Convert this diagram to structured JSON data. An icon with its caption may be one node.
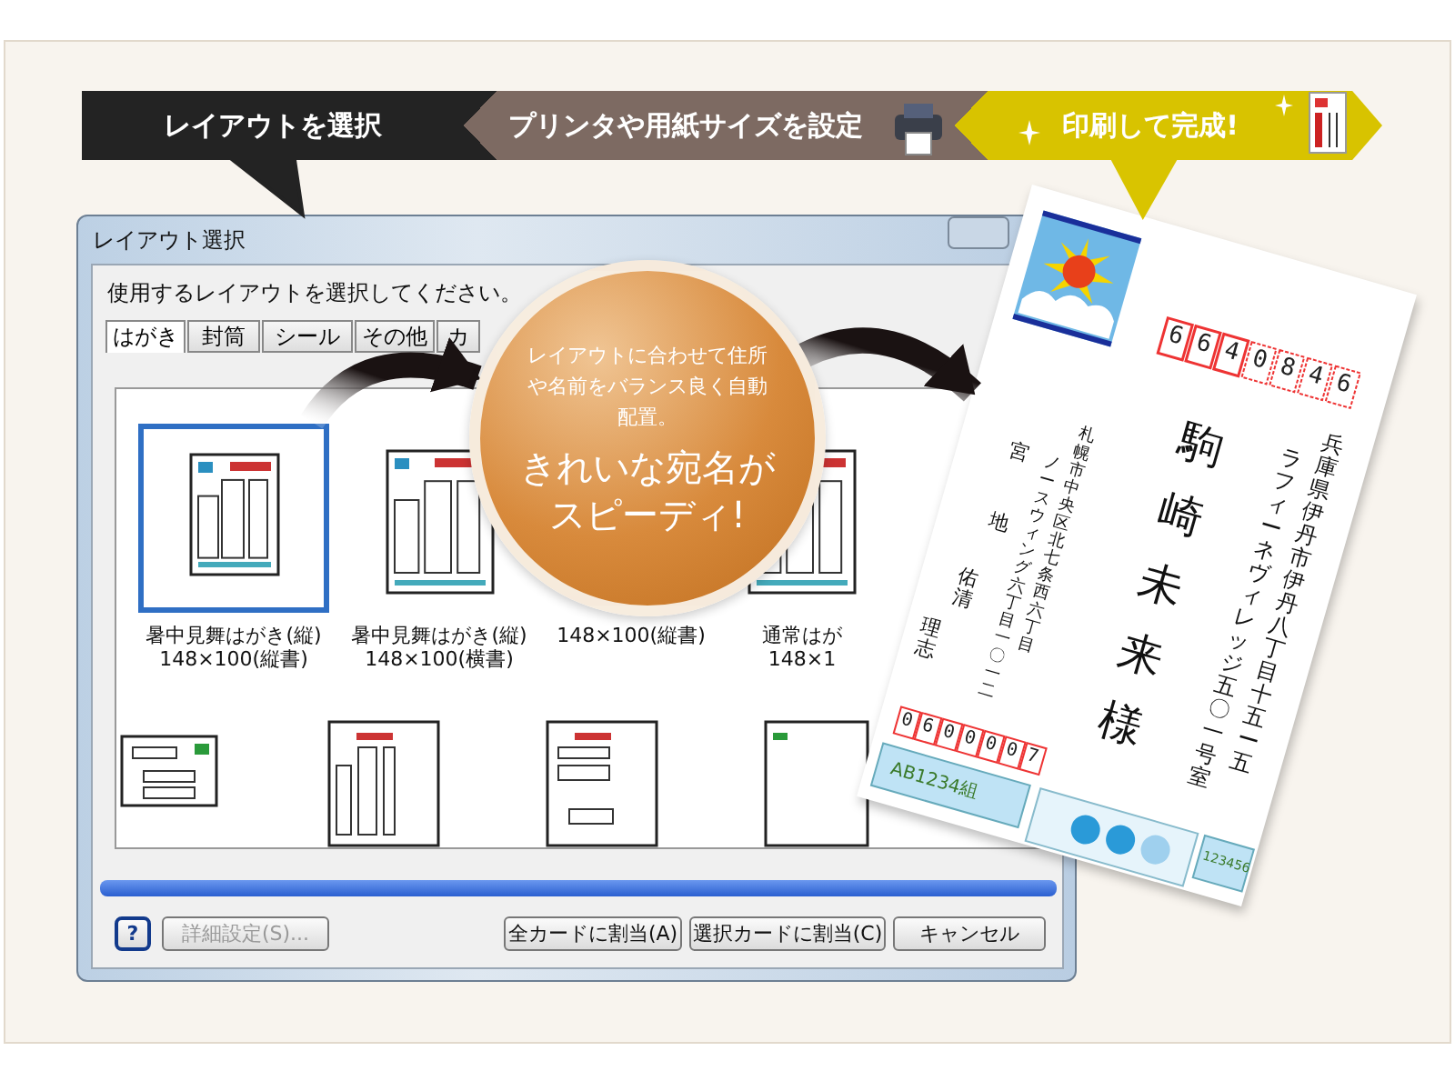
{
  "diagram": {
    "nodes": [
      {
        "text": [
          "レイアウトを選択"
        ]
      },
      {
        "text": [
          "プリンタや用紙サイズを設定"
        ]
      },
      {
        "text": [
          "印刷して完成!"
        ]
      },
      {
        "text": [
          "レイアウト選択",
          "使用するレイアウトを選択してください。"
        ]
      },
      {
        "text": [
          "はがき"
        ],
        "in": 3
      },
      {
        "text": [
          "封筒"
        ],
        "in": 3
      },
      {
        "text": [
          "シール"
        ],
        "in": 3
      },
      {
        "text": [
          "その他"
        ],
        "in": 3
      },
      {
        "text": [
          "カ"
        ],
        "in": 3
      },
      {
        "text": [
          "暑中見舞はがき(縦) 148×100(縦書)"
        ],
        "in": 3
      },
      {
        "text": [
          "暑中見舞はがき(縦) 148×100(横書)"
        ],
        "in": 3
      },
      {
        "text": [
          "148×100(縦書)"
        ],
        "in": 3
      },
      {
        "text": [
          "通常はが 148×1"
        ],
        "in": 3
      },
      {
        "text": [
          "?"
        ],
        "in": 3
      },
      {
        "text": [
          "詳細設定(S)..."
        ],
        "in": 3
      },
      {
        "text": [
          "全カードに割当(A)"
        ],
        "in": 3
      },
      {
        "text": [
          "選択カードに割当(C)"
        ],
        "in": 3
      },
      {
        "text": [
          "キャンセル"
        ],
        "in": 3
      },
      {
        "text": [
          "レイアウトに合わせて住所や名前をバランス良く自動配置。",
          "きれいな宛名がスピーディ!"
        ],
        "in": 3
      },
      {
        "text": [
          "6640846",
          "兵庫県伊丹市伊丹八丁目十五ー五",
          "ラフィーネヴィレッジ五〇一号室",
          "駒崎未来様",
          "札幌市中央区北七条西六丁目",
          "ノースウィング六丁目一〇一二",
          "宮地",
          "佑清",
          "理志",
          "0600007",
          "AB1234組",
          "123456"
        ]
      }
    ],
    "edges": [
      {
        "from": 0,
        "to": 3,
        "arrow": "to"
      },
      {
        "from": 2,
        "to": 19,
        "arrow": "to",
        "color": "#d9c400"
      },
      {
        "from": 9,
        "to": 18,
        "arrow": "to",
        "style": "thick"
      },
      {
        "from": 18,
        "to": 19,
        "arrow": "to",
        "style": "thick"
      }
    ]
  }
}
